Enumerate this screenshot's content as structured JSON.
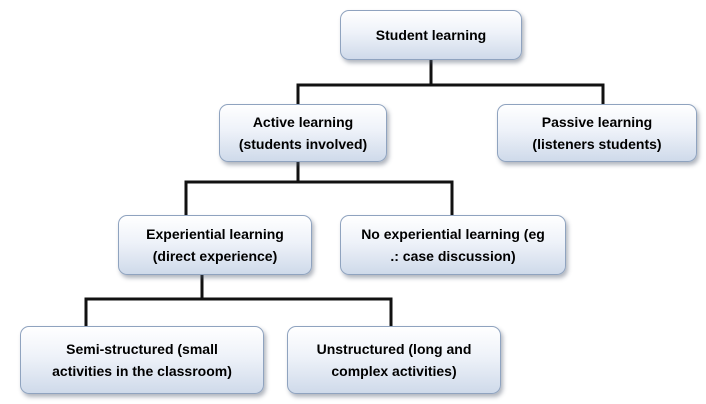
{
  "diagram": {
    "root": {
      "label": "Student learning"
    },
    "active": {
      "line1": "Active learning",
      "line2": "(students involved)"
    },
    "passive": {
      "line1": "Passive learning",
      "line2": "(listeners students)"
    },
    "experiential": {
      "line1": "Experiential learning",
      "line2": "(direct experience)"
    },
    "no_experiential": {
      "line1": "No experiential learning (eg",
      "line2": ".: case discussion)"
    },
    "semi_structured": {
      "line1": "Semi-structured (small",
      "line2": "activities in the classroom)"
    },
    "unstructured": {
      "line1": "Unstructured (long and",
      "line2": "complex activities)"
    },
    "colors": {
      "connector": "#111111",
      "box_border": "#8fa3bf",
      "box_fill_top": "#ffffff",
      "box_fill_bottom": "#cfdaea"
    }
  }
}
